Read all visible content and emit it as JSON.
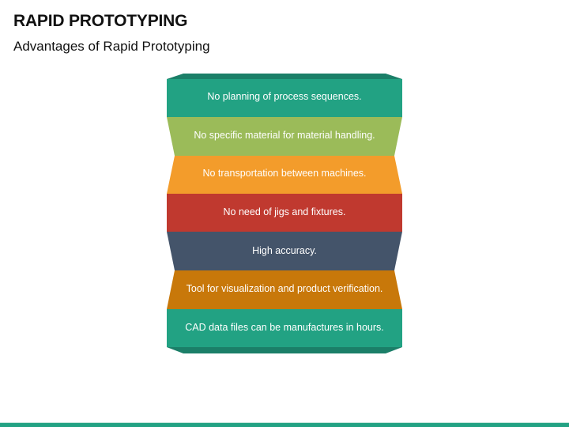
{
  "header": {
    "title": "RAPID PROTOTYPING",
    "subtitle": "Advantages of Rapid Prototyping"
  },
  "diagram": {
    "type": "folded-ribbon-list",
    "colors": {
      "cap": "#1b7f68",
      "footer": "#22a283"
    },
    "bands": [
      {
        "label": "No planning of process sequences.",
        "color": "#22a283"
      },
      {
        "label": "No specific material for material handling.",
        "color": "#9bbb59"
      },
      {
        "label": "No transportation between machines.",
        "color": "#f39c2b"
      },
      {
        "label": "No need of jigs and fixtures.",
        "color": "#c0392f"
      },
      {
        "label": "High accuracy.",
        "color": "#44546a"
      },
      {
        "label": "Tool for visualization and product verification.",
        "color": "#c8780a"
      },
      {
        "label": "CAD data files can be manufactures in hours.",
        "color": "#22a283"
      }
    ]
  }
}
